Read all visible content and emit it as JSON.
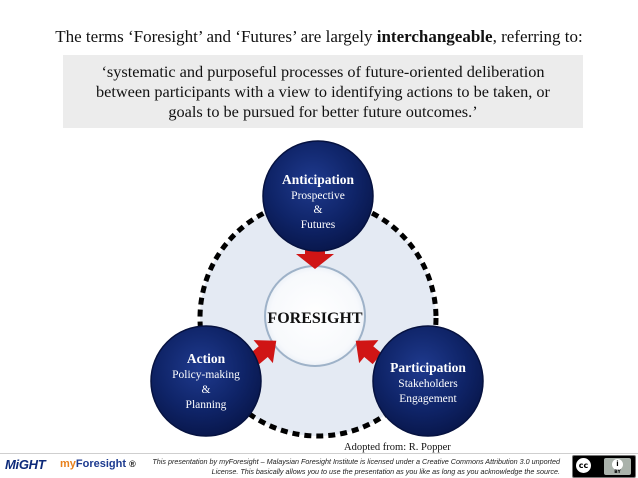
{
  "header": {
    "pre": "The terms ‘Foresight’ and ‘Futures’  are largely ",
    "bold": "interchangeable",
    "post": ", referring to:"
  },
  "quote": {
    "line1": "‘systematic and purposeful processes of future-oriented deliberation",
    "line2": "between participants with a view to identifying actions to be taken, or",
    "line3": "goals to be pursued for better future outcomes.’"
  },
  "diagram": {
    "center": "FORESIGHT",
    "nodes": {
      "anticipation": {
        "title": "Anticipation",
        "lines": [
          "Prospective",
          "&",
          "Futures"
        ]
      },
      "action": {
        "title": "Action",
        "lines": [
          "Policy-making",
          "&",
          "Planning"
        ]
      },
      "participation": {
        "title": "Participation",
        "lines": [
          "Stakeholders",
          "Engagement"
        ]
      }
    },
    "colors": {
      "node": "#0d1f5c",
      "arrow": "#d01515",
      "ring_fill": "#e4eaf3",
      "center_border": "#9eb2c8"
    }
  },
  "credit": "Adopted from: R. Popper",
  "footer": {
    "logo_might": "MiGHT",
    "logo_my": "my",
    "logo_foresight": "Foresight",
    "logo_reg": "®",
    "license_line1": "This presentation by myForesight – Malaysian Foresight Institute is licensed under a Creative Commons Attribution 3.0 unported",
    "license_line2": "License.  This basically allows you to use the presentation as you like as long as you acknowledge the source.",
    "cc_badge": {
      "cc": "cc",
      "by": "BY"
    }
  }
}
